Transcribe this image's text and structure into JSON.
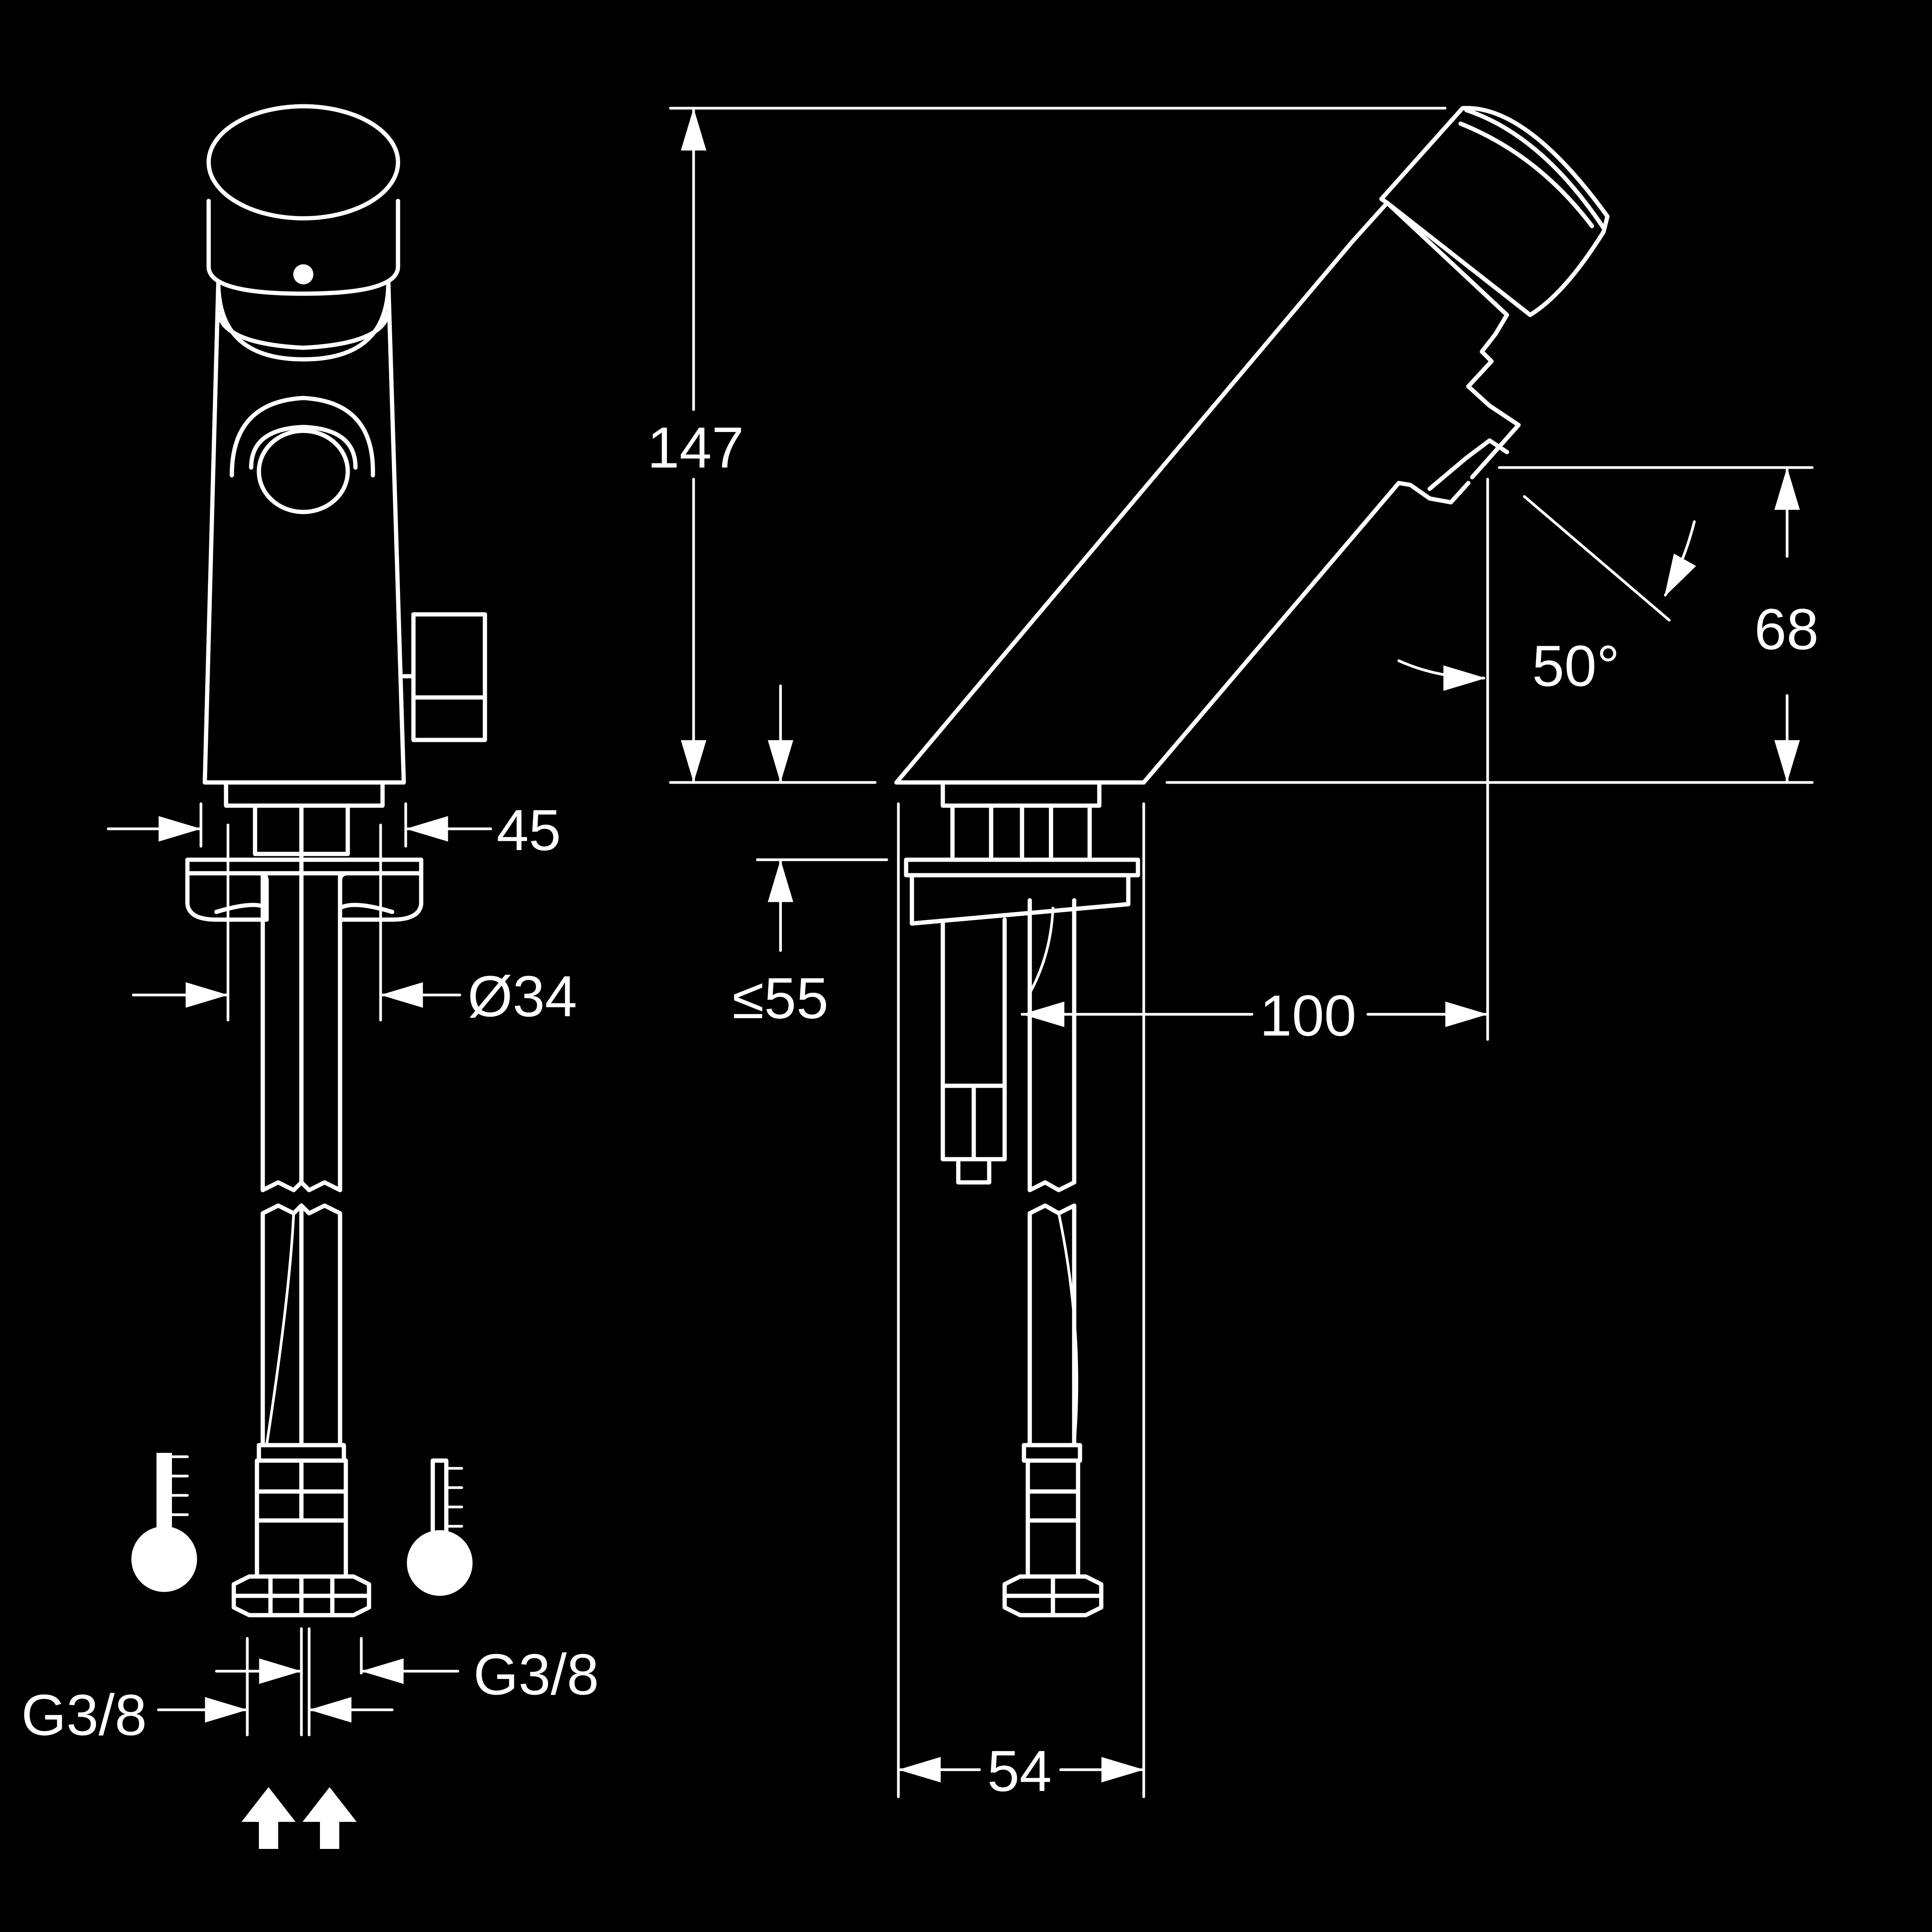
{
  "dimensions": {
    "base_width": "45",
    "hole_diameter": "Ø34",
    "connection_left": "G3/8",
    "connection_right": "G3/8",
    "total_height": "147",
    "max_counter_thickness": "≤55",
    "spout_reach": "100",
    "spout_height": "68",
    "angle": "50°",
    "foot_width": "54"
  },
  "colors": {
    "background": "#000000",
    "lines": "#ffffff"
  },
  "icons": {
    "hot": "thermometer-hot-icon",
    "cold": "thermometer-cold-icon",
    "inlet": "up-arrow-icon"
  }
}
